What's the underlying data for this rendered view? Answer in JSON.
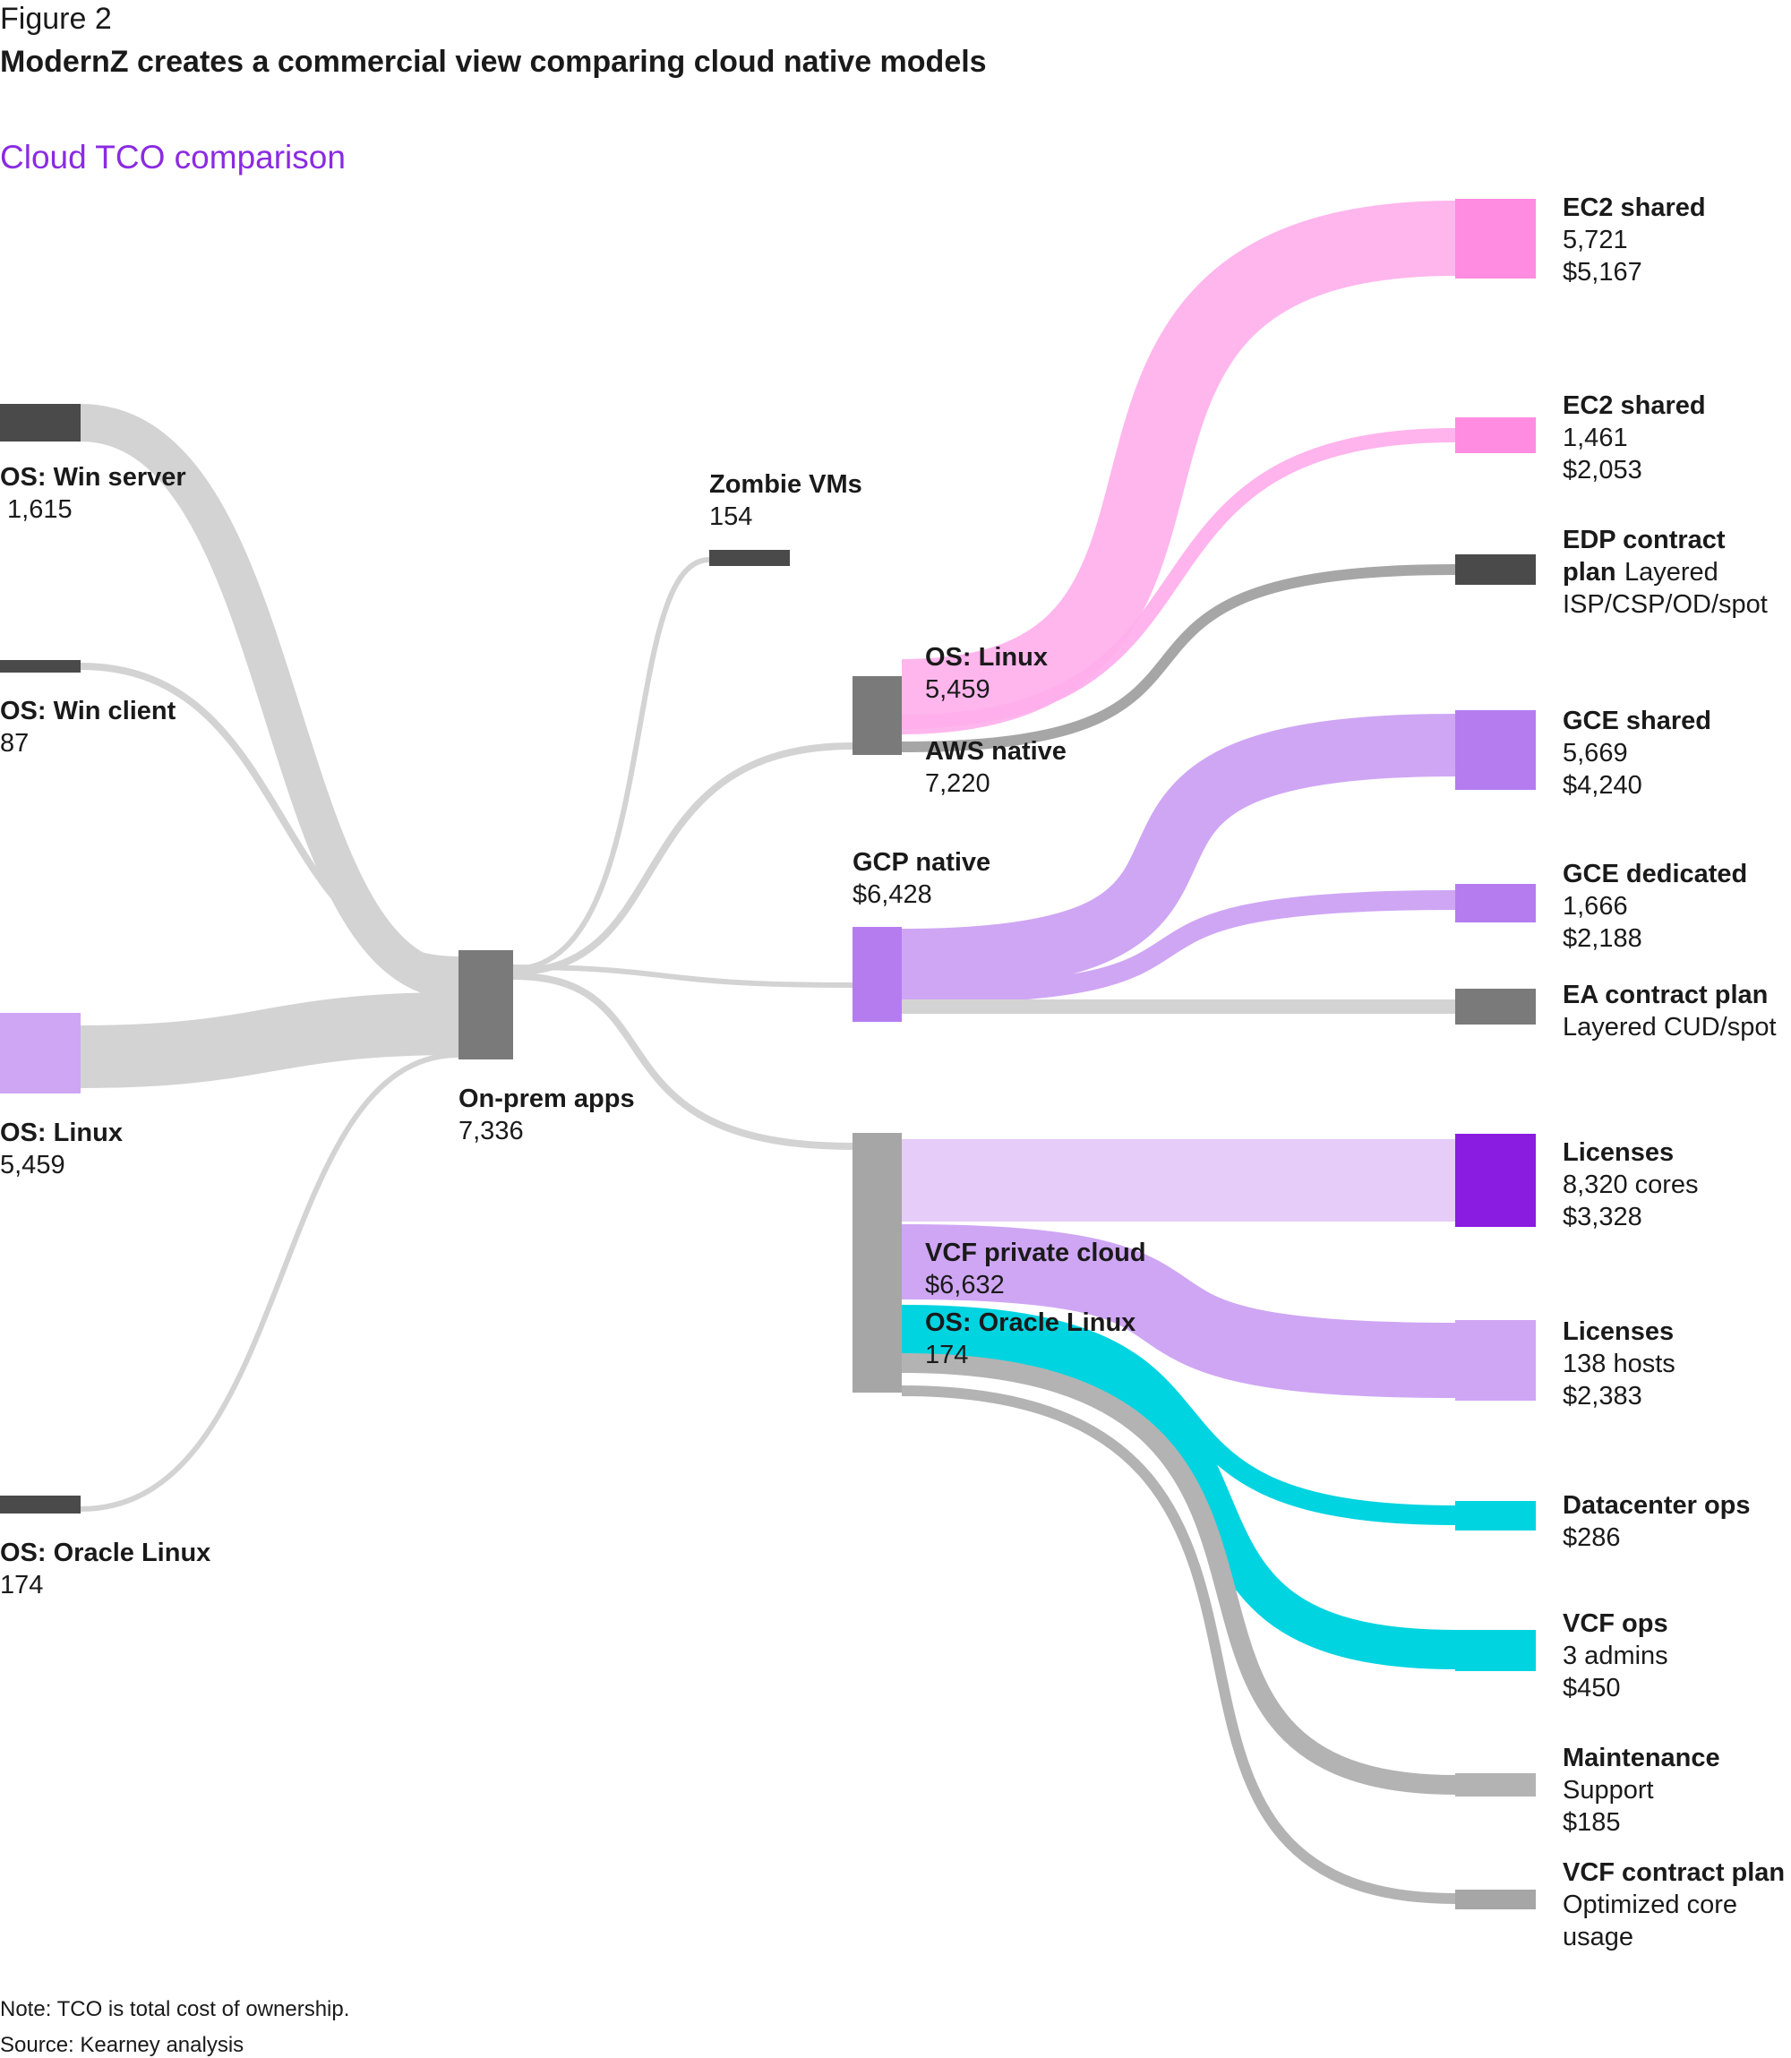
{
  "header": {
    "figure_label": "Figure 2",
    "title": "ModernZ creates a commercial view comparing cloud native models",
    "subtitle": "Cloud TCO comparison"
  },
  "nodes": {
    "win_server": {
      "name": "OS: Win server",
      "value": " 1,615"
    },
    "win_client": {
      "name": "OS: Win client",
      "value": "87"
    },
    "linux": {
      "name": "OS: Linux",
      "value": "5,459"
    },
    "oracle": {
      "name": "OS: Oracle Linux",
      "value": "174"
    },
    "onprem": {
      "name": "On-prem apps",
      "value": "7,336"
    },
    "zombie": {
      "name": "Zombie VMs",
      "value": "154"
    },
    "aws_linux": {
      "name": "OS: Linux",
      "value": "5,459"
    },
    "aws": {
      "name": "AWS native",
      "value": "7,220"
    },
    "gcp": {
      "name": "GCP native",
      "value": "$6,428"
    },
    "vcf": {
      "name": "VCF private cloud",
      "value": "$6,632"
    },
    "vcf_oracle": {
      "name": "OS: Oracle Linux",
      "value": "174"
    },
    "ec2_a": {
      "name": "EC2 shared",
      "line2": "5,721",
      "line3": "$5,167"
    },
    "ec2_b": {
      "name": "EC2 shared",
      "line2": "1,461",
      "line3": "$2,053"
    },
    "edp": {
      "name1": "EDP contract",
      "name2": "plan",
      "line2": "Layered",
      "line3": "ISP/CSP/OD/spot"
    },
    "gce_shared": {
      "name": "GCE shared",
      "line2": "5,669",
      "line3": "$4,240"
    },
    "gce_dedicated": {
      "name": "GCE dedicated",
      "line2": "1,666",
      "line3": "$2,188"
    },
    "ea": {
      "name": "EA contract plan",
      "line2": "Layered CUD/spot"
    },
    "lic_cores": {
      "name": "Licenses",
      "line2": "8,320 cores",
      "line3": "$3,328"
    },
    "lic_hosts": {
      "name": "Licenses",
      "line2": "138 hosts",
      "line3": "$2,383"
    },
    "dc_ops": {
      "name": "Datacenter ops",
      "line2": "$286"
    },
    "vcf_ops": {
      "name": "VCF ops",
      "line2": "3 admins",
      "line3": "$450"
    },
    "maint": {
      "name": "Maintenance",
      "line2": "Support",
      "line3": "$185"
    },
    "vcf_contract": {
      "name": "VCF contract plan",
      "line2": "Optimized core",
      "line3": "usage"
    }
  },
  "colors": {
    "dark": "#4a4a4a",
    "mid_grey": "#7a7a7a",
    "grey": "#a6a6a6",
    "light_grey": "#d3d3d3",
    "pink": "#ff8ce0",
    "pink_light": "#ffb0ec",
    "lavender": "#cfa6f4",
    "purple": "#b57cf0",
    "deep_purple": "#8a1be0",
    "pale_lavender": "#e5ccf9",
    "cyan": "#00d4e0"
  },
  "footer": {
    "note": "Note: TCO is total cost of ownership.",
    "source": "Source: Kearney analysis"
  }
}
